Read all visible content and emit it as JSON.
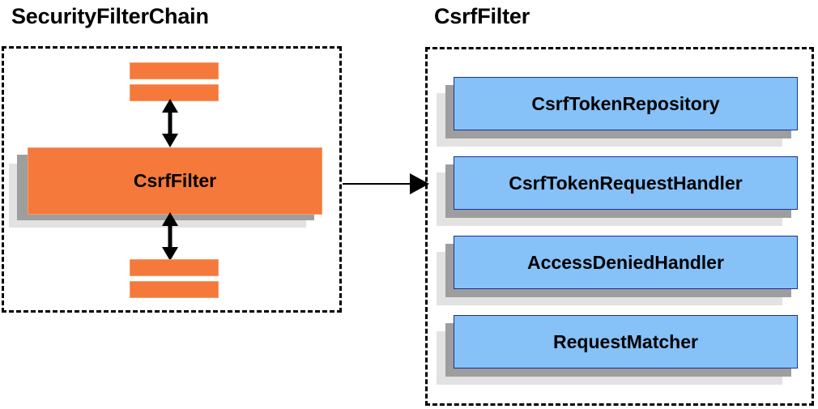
{
  "diagram": {
    "type": "component-collaboration-diagram",
    "background_color": "#ffffff"
  },
  "panels": {
    "left": {
      "title": "SecurityFilterChain",
      "border_style": "dashed",
      "border_color": "#000000",
      "main_component": {
        "label": "CsrfFilter",
        "fill_color": "#f4793b",
        "border_color": "#f79a6b",
        "shadow_colors": [
          "#9e9e9e",
          "#e2e2e2"
        ]
      },
      "filter_bars": [
        {
          "name": "filter-bar-top-1",
          "label": ""
        },
        {
          "name": "filter-bar-top-2",
          "label": ""
        },
        {
          "name": "filter-bar-bottom-1",
          "label": ""
        },
        {
          "name": "filter-bar-bottom-2",
          "label": ""
        }
      ],
      "connectors": [
        {
          "name": "arrow-up-down-top",
          "kind": "double-headed-vertical"
        },
        {
          "name": "arrow-up-down-bottom",
          "kind": "double-headed-vertical"
        }
      ]
    },
    "right": {
      "title": "CsrfFilter",
      "border_style": "dashed",
      "border_color": "#000000",
      "components": [
        {
          "label": "CsrfTokenRepository"
        },
        {
          "label": "CsrfTokenRequestHandler"
        },
        {
          "label": "AccessDeniedHandler"
        },
        {
          "label": "RequestMatcher"
        }
      ],
      "component_fill_color": "#86c1f7",
      "component_border_color": "#1c2f96",
      "shadow_colors": [
        "#9e9e9e",
        "#e2e2e2"
      ]
    }
  },
  "cross_panel_connector": {
    "name": "arrow-chain-to-filter",
    "kind": "single-headed-horizontal",
    "from": "SecurityFilterChain.CsrfFilter",
    "to": "CsrfFilter",
    "color": "#000000"
  }
}
